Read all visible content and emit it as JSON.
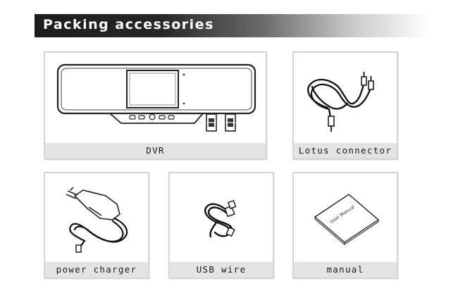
{
  "banner": {
    "title": "Packing accessories"
  },
  "items": [
    {
      "label": "DVR",
      "icon": "dvr-mirror-icon"
    },
    {
      "label": "Lotus connector",
      "icon": "lotus-cable-icon"
    },
    {
      "label": "power charger",
      "icon": "car-charger-icon"
    },
    {
      "label": "USB wire",
      "icon": "usb-cable-icon"
    },
    {
      "label": "manual",
      "icon": "manual-booklet-icon",
      "booklet_text": "User Manual"
    }
  ]
}
